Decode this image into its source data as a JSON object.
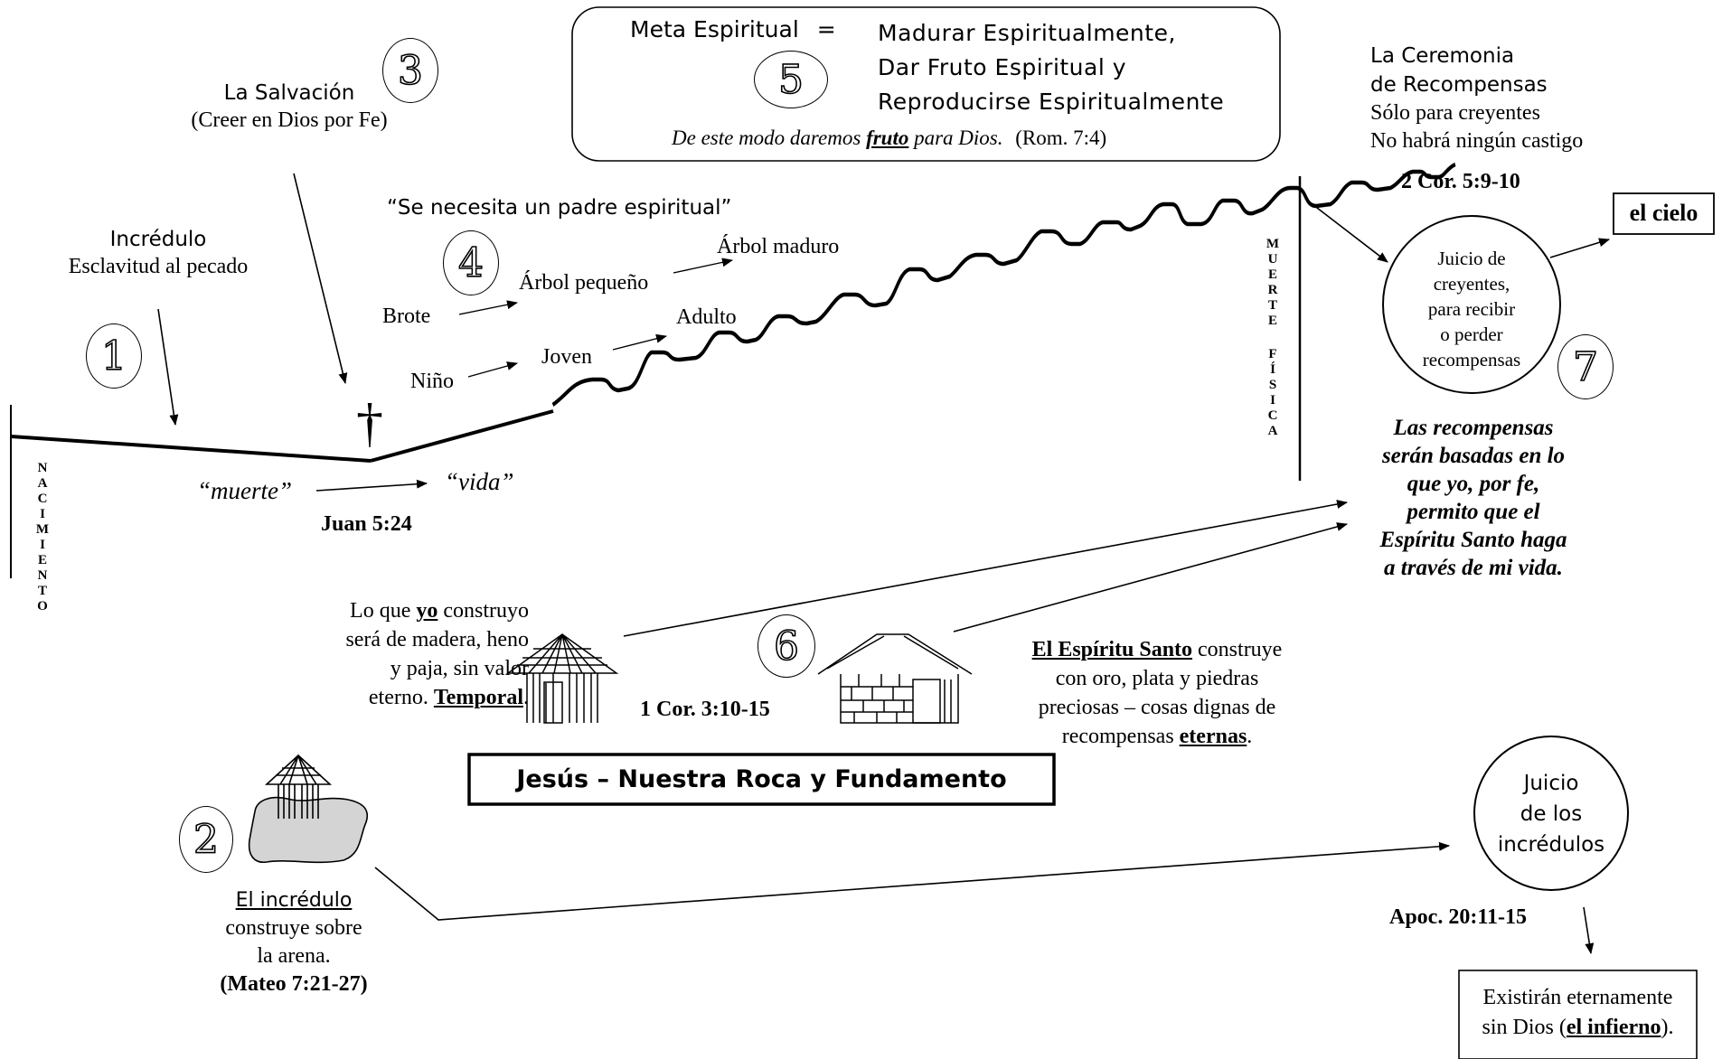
{
  "stages": {
    "1": {
      "num": "1",
      "title": "Incrédulo",
      "subtitle": "Esclavitud al pecado"
    },
    "2": {
      "num": "2",
      "title": "El incrédulo",
      "line1": "construye sobre",
      "line2": "la arena.",
      "ref": "(Mateo 7:21-27)"
    },
    "3": {
      "num": "3",
      "title": "La Salvación",
      "subtitle": "(Creer en Dios por Fe)"
    },
    "4": {
      "num": "4",
      "quote": "“Se necesita un padre espiritual”"
    },
    "5": {
      "num": "5",
      "meta_label": "Meta Espiritual",
      "eq": "=",
      "line1": "Madurar Espiritualmente,",
      "line2": "Dar Fruto Espiritual y",
      "line3": "Reproducirse Espiritualmente",
      "verse_pre": "De este modo daremos",
      "verse_bold": "fruto",
      "verse_post": "para Dios.",
      "verse_ref": "(Rom. 7:4)"
    },
    "6": {
      "num": "6",
      "ref": "1 Cor. 3:10-15"
    },
    "7": {
      "num": "7"
    }
  },
  "timeline": {
    "birth_label": [
      "N",
      "A",
      "C",
      "I",
      "M",
      "I",
      "E",
      "N",
      "T",
      "O"
    ],
    "death_label_1": [
      "M",
      "U",
      "E",
      "R",
      "T",
      "E"
    ],
    "death_label_2": [
      "F",
      "Í",
      "S",
      "I",
      "C",
      "A"
    ],
    "cross": "†",
    "muerte": "“muerte”",
    "vida": "“vida”",
    "juan": "Juan 5:24"
  },
  "growth": {
    "brote": "Brote",
    "arbol_pequeno": "Árbol pequeño",
    "arbol_maduro": "Árbol maduro",
    "nino": "Niño",
    "joven": "Joven",
    "adulto": "Adulto"
  },
  "ceremony": {
    "line1": "La Ceremonia",
    "line2": "de Recompensas",
    "line3": "Sólo para creyentes",
    "line4": "No habrá ningún castigo",
    "ref": "2 Cor. 5:9-10",
    "heaven": "el cielo",
    "judgment": [
      "Juicio de",
      "creyentes,",
      "para recibir",
      "o perder",
      "recompensas"
    ]
  },
  "rewards_note": [
    "Las recompensas",
    "serán basadas en lo",
    "que yo, por fe,",
    "permito que el",
    "Espíritu Santo haga",
    "a través de mi vida."
  ],
  "left_build": {
    "pre": "Lo que",
    "yo": "yo",
    "post": "construyo",
    "l2": "será de madera, heno",
    "l3": "y paja, sin valor",
    "l4": "eterno.",
    "temporal": "Temporal",
    "end": "."
  },
  "right_build": {
    "spirit": "El Espíritu Santo",
    "l1_end": "construye",
    "l2": "con oro, plata y piedras",
    "l3": "preciosas – cosas dignas de",
    "l4": "recompensas",
    "eternas": "eternas",
    "end": "."
  },
  "foundation": "Jesús – Nuestra Roca y Fundamento",
  "unbelievers": {
    "judgment": [
      "Juicio",
      "de los",
      "incrédulos"
    ],
    "ref": "Apoc. 20:11-15",
    "fate_l1": "Existirán eternamente",
    "fate_pre": "sin Dios (",
    "fate_bold": "el infierno",
    "fate_post": ")."
  },
  "icons": [
    "hut-icon",
    "brick-house-icon",
    "rock-hut-icon"
  ]
}
